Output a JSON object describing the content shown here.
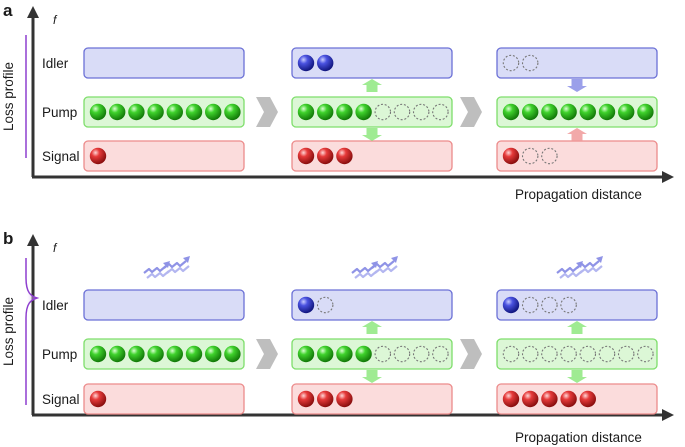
{
  "colors": {
    "idler_fill": "#d9dcf7",
    "idler_border": "#6b70d6",
    "pump_fill": "#dcf7d6",
    "pump_border": "#7ede6b",
    "signal_fill": "#fbdcdc",
    "signal_border": "#ec8b8b",
    "photon_blue": "#2f36c8",
    "photon_green": "#29b51b",
    "photon_red": "#d62a2a",
    "loss_curve": "#8e3fcf",
    "axis": "#333333",
    "stage_arrow": "#a8a8a8"
  },
  "panels": [
    {
      "letter": "a",
      "f_label": "f",
      "y_label": "Loss profile",
      "x_label": "Propagation distance",
      "row_labels": [
        "Idler",
        "Pump",
        "Signal"
      ],
      "loss_shape": "flat",
      "radiation_icons": false,
      "stages": [
        {
          "idler": {
            "filled": 0,
            "empty": 0
          },
          "pump": {
            "filled": 8,
            "empty": 0
          },
          "signal": {
            "filled": 1,
            "empty": 0
          },
          "arrow_idler": "none",
          "arrow_signal": "none"
        },
        {
          "idler": {
            "filled": 2,
            "empty": 0
          },
          "pump": {
            "filled": 4,
            "empty": 4
          },
          "signal": {
            "filled": 3,
            "empty": 0
          },
          "arrow_idler": "up",
          "arrow_signal": "down"
        },
        {
          "idler": {
            "filled": 0,
            "empty": 2
          },
          "pump": {
            "filled": 8,
            "empty": 0
          },
          "signal": {
            "filled": 1,
            "empty": 2
          },
          "arrow_idler": "down",
          "arrow_signal": "up"
        }
      ]
    },
    {
      "letter": "b",
      "f_label": "f",
      "y_label": "Loss profile",
      "x_label": "Propagation distance",
      "row_labels": [
        "Idler",
        "Pump",
        "Signal"
      ],
      "loss_shape": "peaked",
      "radiation_icons": true,
      "stages": [
        {
          "idler": {
            "filled": 0,
            "empty": 0
          },
          "pump": {
            "filled": 8,
            "empty": 0
          },
          "signal": {
            "filled": 1,
            "empty": 0
          },
          "arrow_idler": "none",
          "arrow_signal": "none"
        },
        {
          "idler": {
            "filled": 1,
            "empty": 1
          },
          "pump": {
            "filled": 4,
            "empty": 4
          },
          "signal": {
            "filled": 3,
            "empty": 0
          },
          "arrow_idler": "up",
          "arrow_signal": "down"
        },
        {
          "idler": {
            "filled": 1,
            "empty": 3
          },
          "pump": {
            "filled": 0,
            "empty": 8
          },
          "signal": {
            "filled": 5,
            "empty": 0
          },
          "arrow_idler": "up",
          "arrow_signal": "down"
        }
      ]
    }
  ]
}
